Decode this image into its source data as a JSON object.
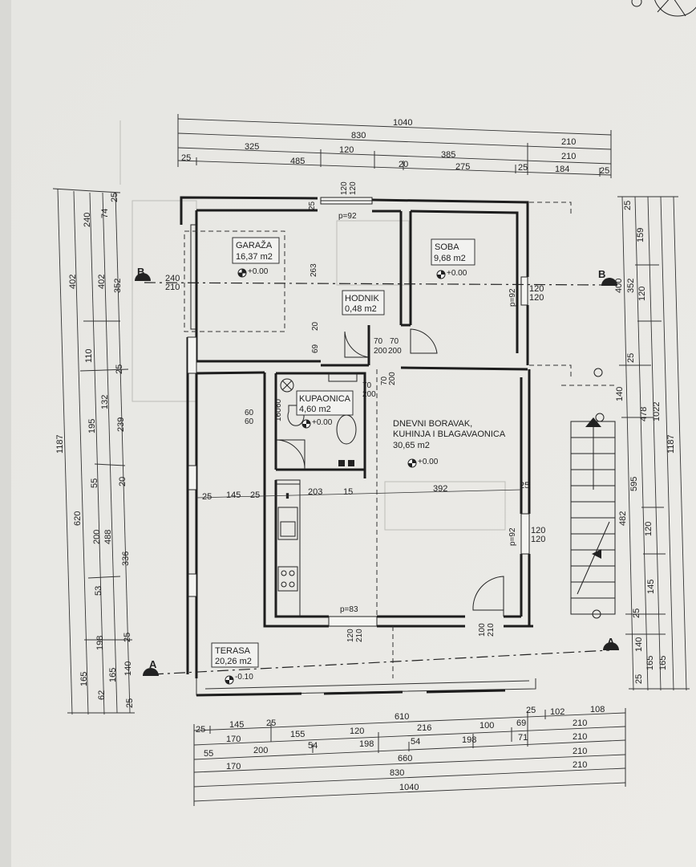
{
  "rooms": {
    "garage": {
      "name": "GARAŽA",
      "area": "16,37 m2",
      "level": "+0.00"
    },
    "bedroom": {
      "name": "SOBA",
      "area": "9,68 m2",
      "level": "+0.00"
    },
    "hallway": {
      "name": "HODNIK",
      "area": "0,48 m2"
    },
    "bathroom": {
      "name": "KUPAONICA",
      "area": "4,60 m2",
      "level": "+0.00"
    },
    "living": {
      "name_line1": "DNEVNI BORAVAK,",
      "name_line2": "KUHINJA I BLAGAVAONICA",
      "area": "30,65 m2",
      "level": "+0.00"
    },
    "terrace": {
      "name": "TERASA",
      "area": "20,26 m2",
      "level": "-0.10"
    }
  },
  "sections": {
    "b": "B",
    "a": "A"
  },
  "top_dims": {
    "row1": [
      "1040"
    ],
    "row2": [
      "830",
      "210"
    ],
    "row3": [
      "325",
      "120",
      "385",
      "210"
    ],
    "row4": [
      "25",
      "485",
      "20",
      "275",
      "25",
      "184",
      "25"
    ]
  },
  "bottom_dims": {
    "row1": [
      "25",
      "145",
      "25",
      "610",
      "25",
      "102",
      "108"
    ],
    "row2": [
      "170",
      "155",
      "120",
      "216",
      "100",
      "69",
      "210"
    ],
    "row3": [
      "55",
      "200",
      "54",
      "198",
      "54",
      "198",
      "71",
      "210"
    ],
    "row4": [
      "170",
      "660",
      "210"
    ],
    "row5": [
      "830",
      "210"
    ],
    "row6": [
      "1040"
    ]
  },
  "left_dims": {
    "col1": [
      "1187"
    ],
    "col2": [
      "402",
      "620",
      "165"
    ],
    "col3": [
      "240",
      "110",
      "195",
      "55",
      "200",
      "53",
      "198",
      "62"
    ],
    "col4": [
      "74",
      "402",
      "132",
      "488",
      "165"
    ],
    "col5": [
      "25",
      "352",
      "25",
      "239",
      "20",
      "336",
      "25",
      "140",
      "25"
    ]
  },
  "right_dims": {
    "col1": [
      "25",
      "400",
      "25",
      "140",
      "482",
      "25",
      "140",
      "25"
    ],
    "col2": [
      "352",
      "478",
      "595",
      "165"
    ],
    "col3": [
      "159",
      "120",
      "120",
      "145",
      "165"
    ],
    "col4": [
      "1022"
    ],
    "col5": [
      "1187"
    ]
  },
  "openings": {
    "win_top": "p=92",
    "win_top_w": "120",
    "win_top_h": "120",
    "garage_h": "263",
    "garage_low1": "69",
    "garage_low2": "20",
    "left_win_w": "240",
    "left_win_h": "210",
    "soba_win_p": "p=92",
    "soba_win_w": "120",
    "soba_win_h": "120",
    "door_a1": "70",
    "door_a2": "70",
    "door_a3": "200",
    "door_a4": "200",
    "door_b1": "70",
    "door_b2": "200",
    "door_b3": "70",
    "door_b4": "200",
    "bath_win_w": "60",
    "bath_win_h": "60",
    "bath_v": "60",
    "bath_v2": "160",
    "liv_win_p": "p=92",
    "liv_win_w": "120",
    "liv_win_h": "120",
    "inner_1": "145",
    "inner_2": "25",
    "inner_3": "203",
    "inner_4": "15",
    "inner_5": "392",
    "inner_6": "25",
    "inner_7": "25",
    "bottom_p": "p=83",
    "bottom_w": "120",
    "bottom_h": "210",
    "door_c_w": "100",
    "door_c_h": "210"
  },
  "level_zero": "+0.00"
}
